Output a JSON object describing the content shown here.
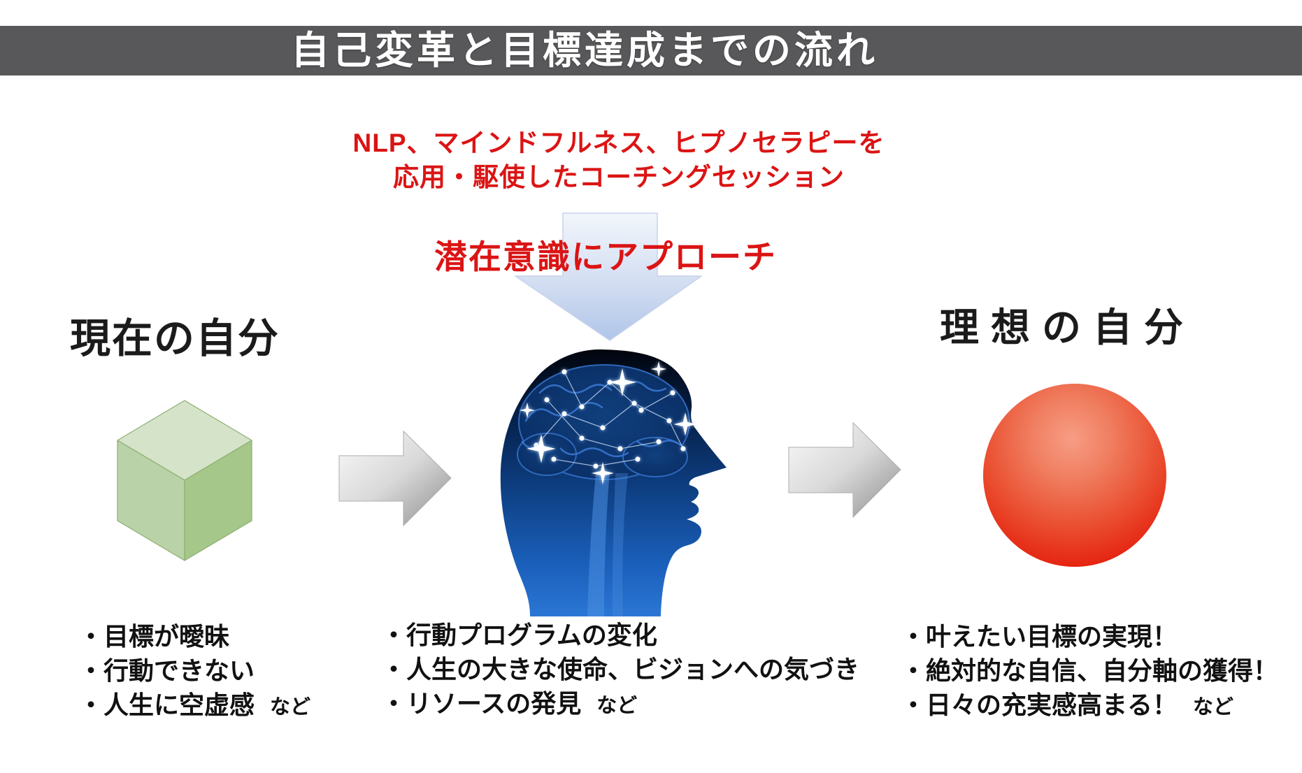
{
  "header": {
    "title": "自己変革と目標達成までの流れ"
  },
  "intervention": {
    "line1": "NLP、マインドフルネス、ヒプノセラピーを",
    "line2": "応用・駆使したコーチングセッション"
  },
  "approach": {
    "label": "潜在意識にアプローチ"
  },
  "current_self": {
    "heading": "現在の自分",
    "bullets": [
      "・目標が曖昧",
      "・行動できない",
      "・人生に空虚感"
    ],
    "etc": "など"
  },
  "process": {
    "bullets": [
      "・行動プログラムの変化",
      "・人生の大きな使命、ビジョンへの気づき",
      "・リソースの発見"
    ],
    "etc": "など"
  },
  "ideal_self": {
    "heading": "理想の自分",
    "bullets": [
      "・叶えたい目標の実現！",
      "・絶対的な自信、自分軸の獲得！",
      "・日々の充実感高まる！"
    ],
    "etc": "など"
  },
  "shapes": {
    "current": "green-cube",
    "process": "brain-head-profile",
    "ideal": "red-sphere",
    "flow_arrow": "gray-right-arrow",
    "approach_arrow": "blue-down-arrow"
  },
  "colors": {
    "banner_bg": "#58585a",
    "banner_text": "#ffffff",
    "accent_red": "#db1414",
    "text_black": "#1a1a1a",
    "cube_top": "#d5e3c9",
    "cube_left": "#bad2a7",
    "cube_right": "#a5c789",
    "sphere_red": "#e52511",
    "arrow_gray_light": "#f7f7f7",
    "arrow_gray_dark": "#8e8e8e",
    "down_arrow_light": "#eef3fb",
    "down_arrow_dark": "#b5c8e9",
    "head_dark": "#06214a",
    "head_light": "#2570cf"
  }
}
